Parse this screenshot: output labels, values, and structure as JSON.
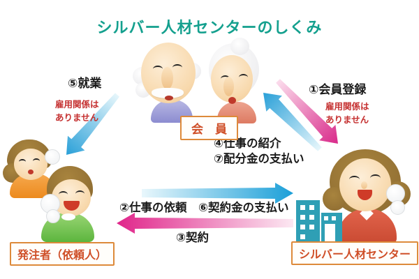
{
  "title": "シルバー人材センターのしくみ",
  "nodes": {
    "members": "会　員",
    "client": "発注者（依頼人）",
    "center": "シルバー人材センター"
  },
  "flows": {
    "step5_employment": "⑤就業",
    "step1_registration": "①会員登録",
    "step4_job_introduction": "④仕事の紹介",
    "step7_distribution_payment": "⑦配分金の支払い",
    "step2_6_request_payment": "②仕事の依頼　⑥契約金の支払い",
    "step3_contract": "③契約"
  },
  "notes": {
    "left": {
      "line1": "雇用関係は",
      "line2": "ありません"
    },
    "right": {
      "line1": "雇用関係は",
      "line2": "ありません"
    }
  },
  "colors": {
    "title_teal": "#14a08e",
    "label_box_border": "#dd8a3a",
    "label_box_text": "#cf4f28",
    "note_red": "#c53030",
    "arrow_blue": "#2aa0d8",
    "arrow_pink": "#e0258a",
    "building_teal": "#2f9fb5"
  }
}
